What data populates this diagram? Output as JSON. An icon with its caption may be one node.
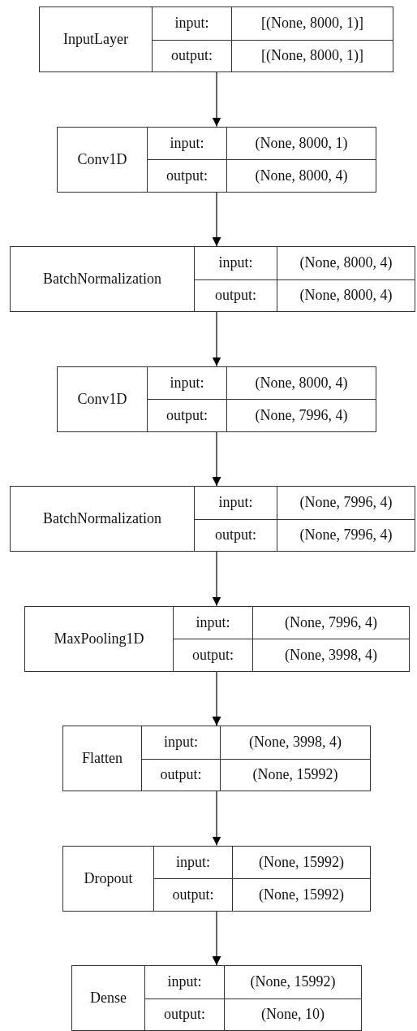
{
  "diagram": {
    "nodes": [
      {
        "text": [
          "InputLayer",
          "input:",
          "[(None, 8000, 1)]",
          "output:",
          "[(None, 8000, 1)]"
        ]
      },
      {
        "text": [
          "Conv1D",
          "input:",
          "(None, 8000, 1)",
          "output:",
          "(None, 8000, 4)"
        ]
      },
      {
        "text": [
          "BatchNormalization",
          "input:",
          "(None, 8000, 4)",
          "output:",
          "(None, 8000, 4)"
        ]
      },
      {
        "text": [
          "Conv1D",
          "input:",
          "(None, 8000, 4)",
          "output:",
          "(None, 7996, 4)"
        ]
      },
      {
        "text": [
          "BatchNormalization",
          "input:",
          "(None, 7996, 4)",
          "output:",
          "(None, 7996, 4)"
        ]
      },
      {
        "text": [
          "MaxPooling1D",
          "input:",
          "(None, 7996, 4)",
          "output:",
          "(None, 3998, 4)"
        ]
      },
      {
        "text": [
          "Flatten",
          "input:",
          "(None, 3998, 4)",
          "output:",
          "(None, 15992)"
        ]
      },
      {
        "text": [
          "Dropout",
          "input:",
          "(None, 15992)",
          "output:",
          "(None, 15992)"
        ]
      },
      {
        "text": [
          "Dense",
          "input:",
          "(None, 15992)",
          "output:",
          "(None, 10)"
        ]
      }
    ],
    "edges": [
      {
        "from": 0,
        "to": 1,
        "arrow": "to"
      },
      {
        "from": 1,
        "to": 2,
        "arrow": "to"
      },
      {
        "from": 2,
        "to": 3,
        "arrow": "to"
      },
      {
        "from": 3,
        "to": 4,
        "arrow": "to"
      },
      {
        "from": 4,
        "to": 5,
        "arrow": "to"
      },
      {
        "from": 5,
        "to": 6,
        "arrow": "to"
      },
      {
        "from": 6,
        "to": 7,
        "arrow": "to"
      },
      {
        "from": 7,
        "to": 8,
        "arrow": "to"
      }
    ]
  }
}
